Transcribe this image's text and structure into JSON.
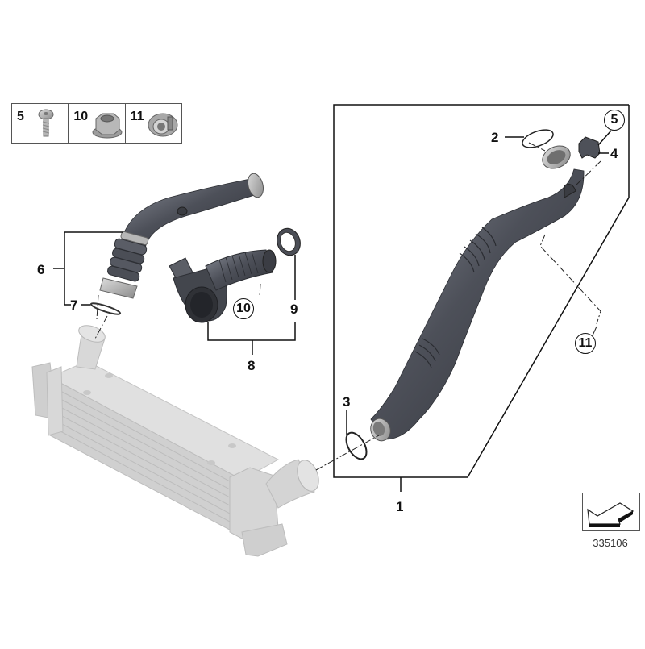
{
  "diagram": {
    "type": "exploded-parts-diagram",
    "subject": "Charge air duct / intercooler piping",
    "reference_number": "335106",
    "legend_small_parts": [
      {
        "number": "5",
        "icon": "screw-icon"
      },
      {
        "number": "10",
        "icon": "flange-nut-icon"
      },
      {
        "number": "11",
        "icon": "clip-nut-icon"
      }
    ],
    "callouts": [
      {
        "number": "1",
        "style": "plain",
        "part": "charge air pipe assembly (boxed group)"
      },
      {
        "number": "2",
        "style": "plain",
        "part": "o-ring upper"
      },
      {
        "number": "3",
        "style": "plain",
        "part": "o-ring lower"
      },
      {
        "number": "4",
        "style": "plain",
        "part": "bracket / sensor holder"
      },
      {
        "number": "5",
        "style": "circled",
        "part": "screw"
      },
      {
        "number": "6",
        "style": "plain",
        "part": "charge air pipe with bellows"
      },
      {
        "number": "7",
        "style": "plain",
        "part": "seal ring"
      },
      {
        "number": "8",
        "style": "plain",
        "part": "intake duct group"
      },
      {
        "number": "9",
        "style": "plain",
        "part": "ring / collar"
      },
      {
        "number": "10",
        "style": "circled",
        "part": "flange nut"
      },
      {
        "number": "11",
        "style": "circled",
        "part": "clip nut"
      }
    ],
    "colors": {
      "hose": "#4a4d55",
      "hose_highlight": "#8a8e98",
      "intercooler": "#d4d4d4",
      "line": "#111111",
      "metal": "#a9a9a9"
    }
  }
}
